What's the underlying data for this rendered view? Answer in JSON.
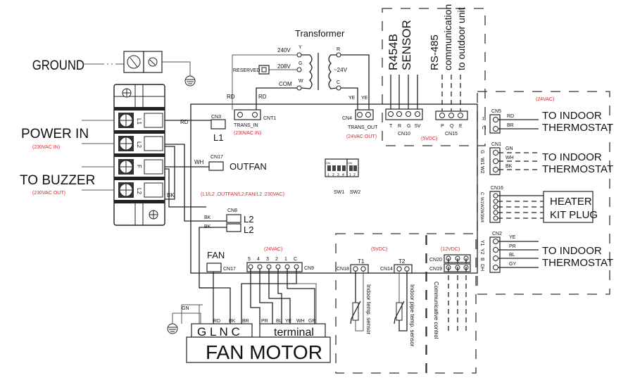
{
  "diagram": {
    "left_labels": {
      "ground": "GROUND",
      "power_in": "POWER IN",
      "power_in_note": "(230VAC IN)",
      "to_buzzer": "TO BUZZER",
      "to_buzzer_note": "(230VAC OUT)"
    },
    "terminal_block": {
      "terminals": [
        "L1",
        "L2",
        "F",
        "L2"
      ]
    },
    "transformer": {
      "title": "Transformer",
      "primary": [
        {
          "voltage": "240V",
          "tap": "Y"
        },
        {
          "voltage": "208V",
          "tap": "G"
        },
        {
          "voltage": "COM",
          "tap": "W"
        }
      ],
      "reserved": "RESERVED",
      "secondary_taps": [
        "R",
        "C"
      ],
      "secondary_voltage": "~24V"
    },
    "wires": {
      "rd": "RD",
      "ye": "YE",
      "wh": "WH",
      "bk": "BK",
      "gn": "GN",
      "br": "BR",
      "pr": "PR",
      "bl": "BL",
      "gr": "GR",
      "gy": "GY"
    },
    "board": {
      "cn3": "CN3",
      "l1": "L1",
      "trans_in": "TRANS_IN",
      "cnt1": "CNT1",
      "trans_in_note": "(230VAC IN)",
      "cn4": "CN4",
      "trans_out": "TRANS_OUT",
      "trans_out_note": "(24VAC OUT)",
      "cn17_outfan": "CN17",
      "outfan": "OUTFAN",
      "voltage_note": "(L1/L2 ,OUTFAN/L2,FAN/L2 :230VAC)",
      "cn8": "CN8",
      "l2a": "L2",
      "l2b": "L2",
      "sw1": "SW1",
      "sw2": "SW2",
      "sw1_positions": [
        "1",
        "2",
        "3",
        "4"
      ],
      "sw2_positions": [
        "1",
        "2"
      ],
      "dip_on": "ON",
      "fan": "FAN",
      "cn17_fan": "CN17",
      "cn9": "CN9",
      "cn9_note": "(24VAC)",
      "cn9_pins": [
        "5",
        "4",
        "3",
        "2",
        "1",
        "C"
      ],
      "cn10": "CN10",
      "cn10_pins": [
        "T",
        "R",
        "G",
        "5V"
      ],
      "cn15": "CN15",
      "cn15_pins": [
        "P",
        "Q",
        "E"
      ],
      "sensor_note": "(5VDC)",
      "cn5": "CN5",
      "cn5_pins": [
        "R",
        "C"
      ],
      "cn1": "CN1",
      "cn1_pins": [
        "G",
        "W1",
        "W2"
      ],
      "cn16": "CN16",
      "cn16_pins": [
        "C",
        "W1",
        "W2",
        "W3",
        "W4"
      ],
      "cn2": "CN2",
      "cn2_pins": [
        "Y1",
        "Y2",
        "B",
        "DH"
      ],
      "cn18": "CN18",
      "t1": "T1",
      "cn14": "CN14",
      "t2": "T2",
      "t_note": "(5VDC)",
      "cn20": "CN20",
      "cn19": "CN19",
      "comm_note": "(12VDC)"
    },
    "external": {
      "r454b": "R454B",
      "sensor": "SENSOR",
      "rs485": "RS-485",
      "comm1": "communication",
      "comm2": "to outdoor unit",
      "thermostat_note": "(24VAC)",
      "to_indoor": "TO INDOOR",
      "thermostat": "THERMOSTAT",
      "heater1": "HEATER",
      "heater2": "KIT PLUG",
      "indoor_temp": "Indoor temp. sensor",
      "pipe_temp": "Indoor pipe temp. sensor",
      "comm_control": "Communicative control",
      "fan_motor": "FAN MOTOR",
      "motor_terms": "G  L  N  C",
      "terminal": "terminal"
    }
  }
}
